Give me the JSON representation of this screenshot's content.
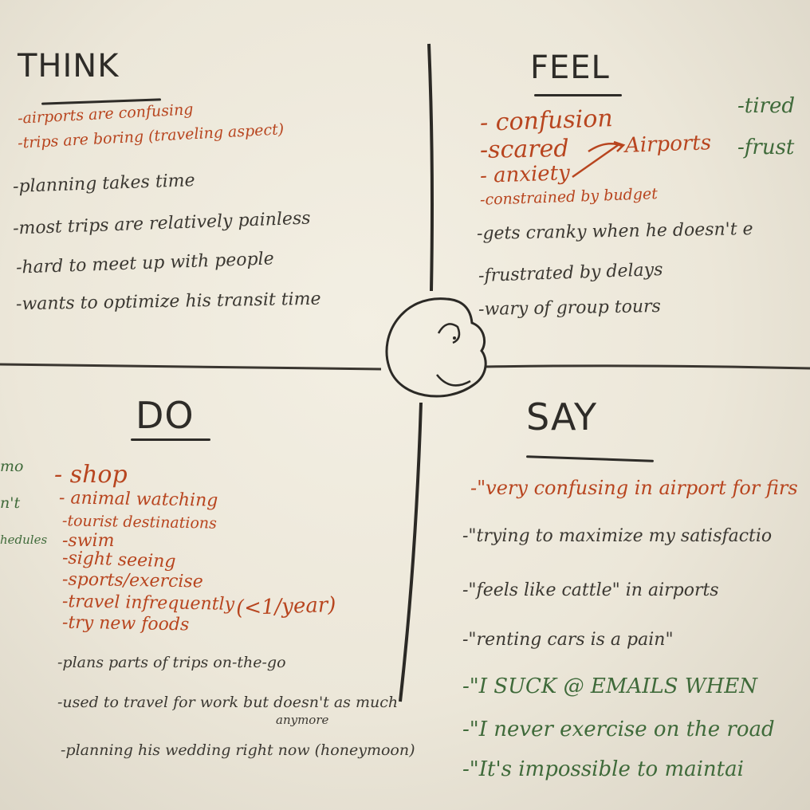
{
  "headings": {
    "think": "THINK",
    "feel": "FEEL",
    "do": "DO",
    "say": "SAY"
  },
  "think": [
    "-airports are confusing",
    "-trips are boring (traveling aspect)",
    "-planning takes time",
    "-most trips are relatively painless",
    "-hard to meet up with people",
    "-wants to optimize his transit time"
  ],
  "feel": {
    "items": [
      "- confusion",
      "-scared",
      "- anxiety",
      "-constrained by budget",
      "-gets cranky when he doesn't e",
      "-frustrated by delays",
      "-wary of group tours"
    ],
    "arrow_label": "Airports",
    "side": [
      "-tired",
      "-frust"
    ]
  },
  "do": {
    "items": [
      "- shop",
      "- animal watching",
      "-tourist destinations",
      "-swim",
      "-sight seeing",
      "-sports/exercise",
      "-travel infrequently",
      "-try new foods",
      "-plans parts of trips on-the-go",
      "-used to travel for work but doesn't as much",
      "-planning his wedding right now (honeymoon)"
    ],
    "aside": "(<1/year)",
    "anymore": "anymore",
    "left_fragments": [
      "mo",
      "n't",
      "hedules"
    ]
  },
  "say": [
    "-\"very confusing in airport for firs",
    "-\"trying to maximize my satisfactio",
    "-\"feels like cattle\" in airports",
    "-\"renting cars is a pain\"",
    "-\"I SUCK @ EMAILS WHEN",
    "-\"I never exercise on the road",
    "-\"It's impossible to maintai"
  ]
}
